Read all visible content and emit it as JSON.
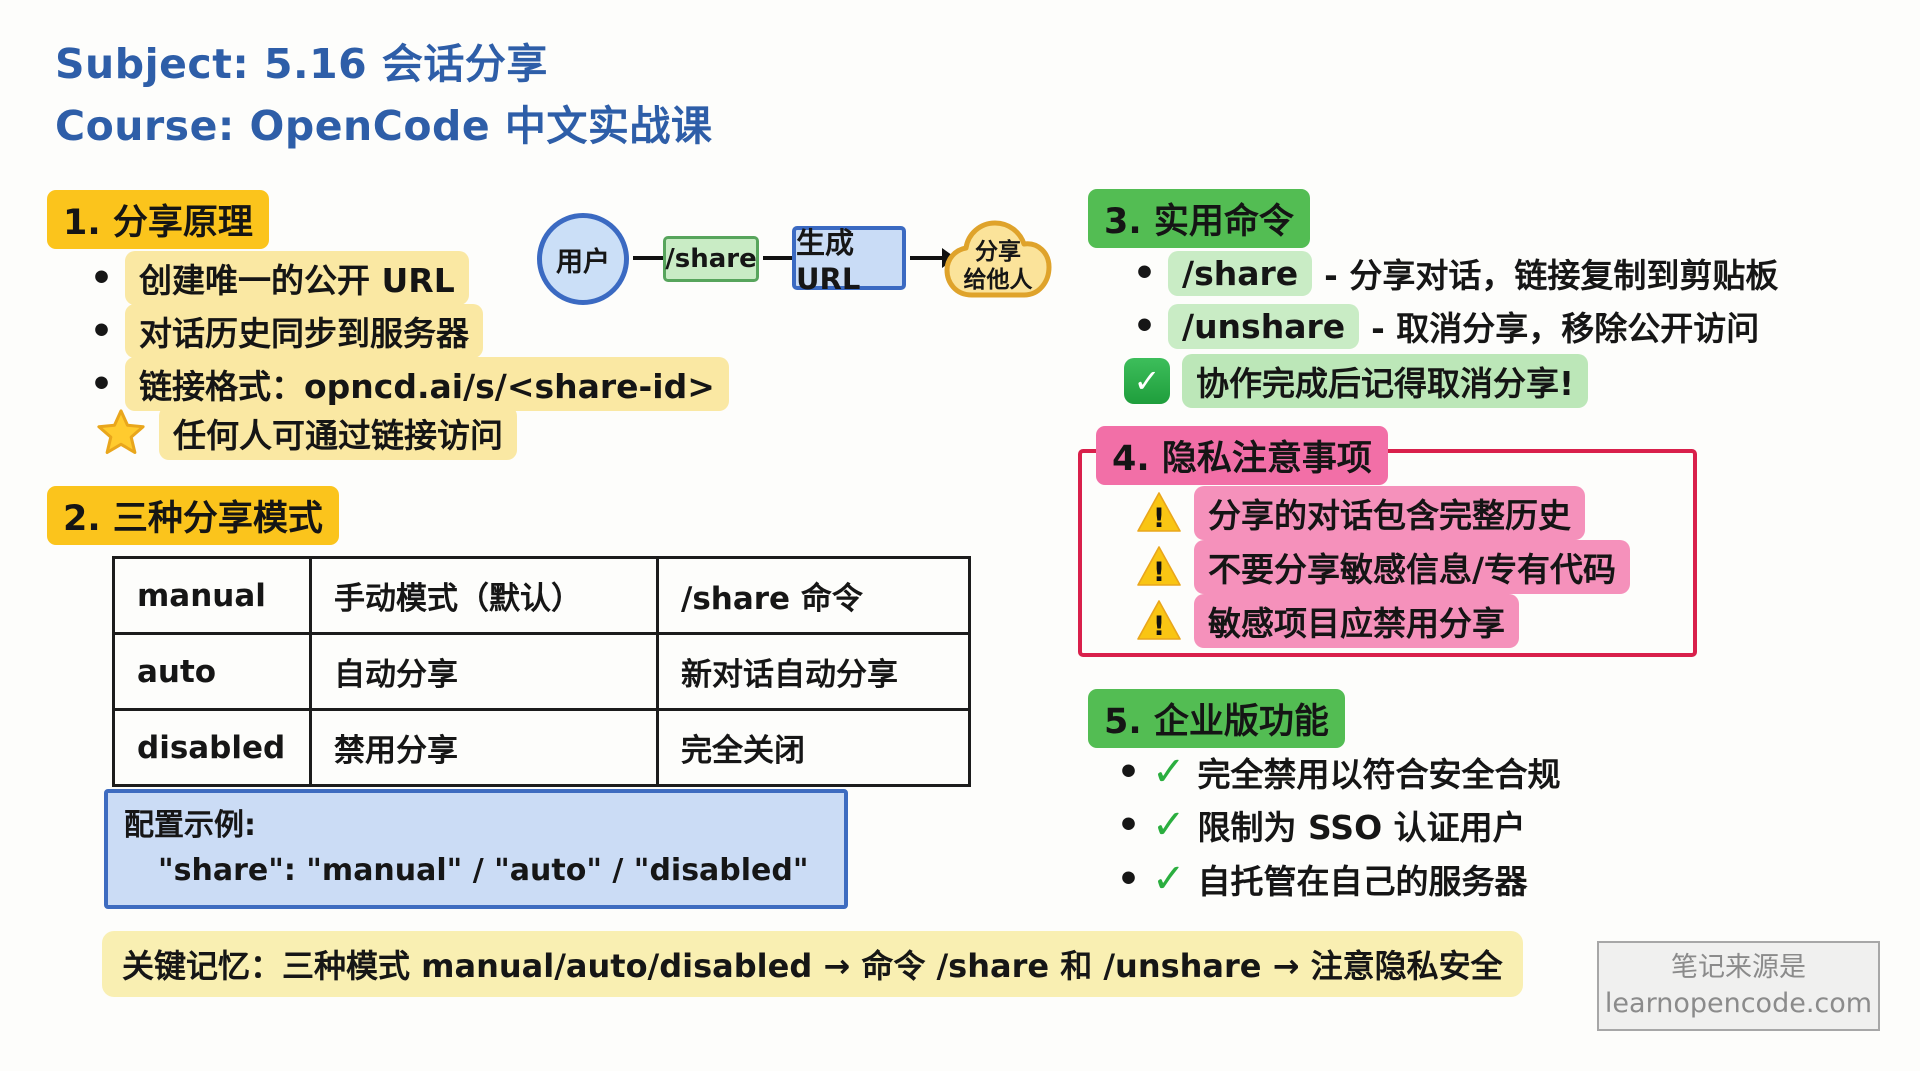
{
  "header": {
    "subject": "Subject: 5.16 会话分享",
    "course": "Course: OpenCode 中文实战课"
  },
  "flow": {
    "user": "用户",
    "share_cmd": "/share",
    "gen_url": "生成URL",
    "cloud_line1": "分享",
    "cloud_line2": "给他人"
  },
  "section1": {
    "title": "1. 分享原理",
    "bullets": [
      "创建唯一的公开 URL",
      "对话历史同步到服务器",
      "链接格式：opncd.ai/s/<share-id>"
    ],
    "star_note": "任何人可通过链接访问"
  },
  "section2": {
    "title": "2. 三种分享模式",
    "table": [
      [
        "manual",
        "手动模式（默认）",
        "/share 命令"
      ],
      [
        "auto",
        "自动分享",
        "新对话自动分享"
      ],
      [
        "disabled",
        "禁用分享",
        "完全关闭"
      ]
    ],
    "config_title": "配置示例:",
    "config_code": "\"share\": \"manual\" / \"auto\" / \"disabled\""
  },
  "section3": {
    "title": "3. 实用命令",
    "items": [
      {
        "code": "/share",
        "desc": "- 分享对话，链接复制到剪贴板"
      },
      {
        "code": "/unshare",
        "desc": "- 取消分享，移除公开访问"
      }
    ],
    "tip": "协作完成后记得取消分享!"
  },
  "section4": {
    "title": "4. 隐私注意事项",
    "warnings": [
      "分享的对话包含完整历史",
      "不要分享敏感信息/专有代码",
      "敏感项目应禁用分享"
    ]
  },
  "section5": {
    "title": "5. 企业版功能",
    "items": [
      "完全禁用以符合安全合规",
      "限制为 SSO 认证用户",
      "自托管在自己的服务器"
    ]
  },
  "footer": {
    "key_memory": "关键记忆：三种模式 manual/auto/disabled → 命令 /share 和 /unshare → 注意隐私安全"
  },
  "watermark": {
    "line1": "笔记来源是",
    "line2": "learnopencode.com"
  },
  "colors": {
    "title_blue": "#2E5EA8",
    "heading_gold": "#FBC41C",
    "highlight_pale_yellow": "#FAE8A3",
    "heading_green": "#53BD53",
    "highlight_light_green": "#C9ECC5",
    "tip_green": "#BCE7B8",
    "heading_pink": "#F26FA7",
    "highlight_pink": "#F591BB",
    "privacy_border_red": "#D9204B",
    "flow_blue_fill": "#C9DCF6",
    "flow_blue_border": "#3B6AC2",
    "cloud_fill": "#FBE39A",
    "cloud_border": "#DFA32B",
    "check_green": "#2BAE3F",
    "footer_yellow": "#F9EFB2"
  }
}
